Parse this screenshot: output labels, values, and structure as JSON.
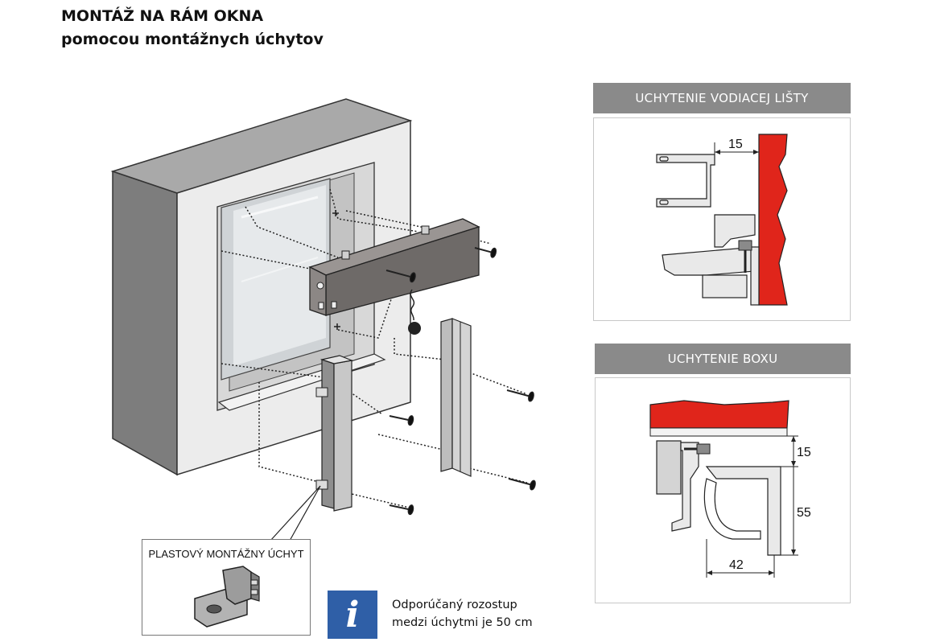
{
  "title": {
    "line1": "MONTÁŽ NA RÁM OKNA",
    "line2": "pomocou montážnych úchytov"
  },
  "panels": {
    "guide_rail": {
      "heading": "UCHYTENIE VODIACEJ LIŠTY",
      "dimension": "15"
    },
    "box": {
      "heading": "UCHYTENIE BOXU",
      "dim_top": "15",
      "dim_side": "55",
      "dim_bottom": "42"
    }
  },
  "clip": {
    "label": "PLASTOVÝ MONTÁŽNY ÚCHYT"
  },
  "info": {
    "icon": "info-icon",
    "line1": "Odporúčaný rozostup",
    "line2": "medzi úchytmi je 50 cm"
  },
  "colors": {
    "wall_red": "#e0251b",
    "header_gray": "#8a8a8a",
    "info_blue": "#2f5fa7",
    "box_dark": "#6e6a68"
  }
}
